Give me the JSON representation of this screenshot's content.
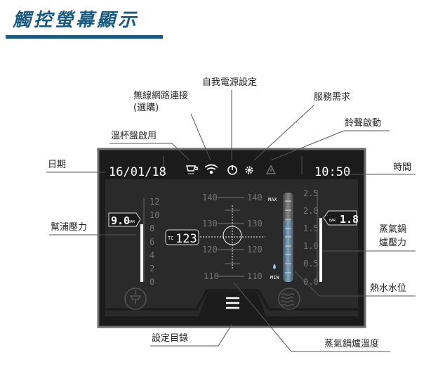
{
  "title": "觸控螢幕顯示",
  "callouts": {
    "power": "自我電源設定",
    "wifi_line1": "無線網路連接",
    "wifi_line2": "(選購)",
    "service": "服務需求",
    "bell": "鈴聲啟動",
    "cup_warmer": "溫杯盤啟用",
    "date": "日期",
    "time": "時間",
    "pump_pressure": "幫浦壓力",
    "boiler_pressure_line1": "蒸氣鍋",
    "boiler_pressure_line2": "爐壓力",
    "water_level": "熱水水位",
    "settings_menu": "設定目錄",
    "boiler_temp": "蒸氣鍋爐溫度"
  },
  "screen": {
    "date": "16/01/18",
    "time": "10:50",
    "pump": {
      "value": "9.0",
      "unit": "BAR",
      "scale": [
        "12",
        "10",
        "8",
        "6",
        "4",
        "2",
        "0"
      ],
      "max": 12,
      "level": 9.0
    },
    "temp": {
      "prefix": "TC",
      "value": "123",
      "scale": [
        "140",
        "130",
        "120",
        "110"
      ]
    },
    "tank": {
      "max_label": "MAX",
      "min_label": "MIN",
      "level_fraction": 0.7
    },
    "boiler": {
      "value": "1.8",
      "unit": "BAR",
      "scale": [
        "2.5",
        "2.0",
        "1.5",
        "1.0",
        "0.5",
        "0.0"
      ],
      "max": 2.5,
      "level": 1.8
    },
    "icons": [
      "cup-warmer-icon",
      "wifi-icon",
      "power-icon",
      "gear-icon",
      "warning-icon",
      "steam-wand-icon",
      "menu-icon",
      "hot-water-icon"
    ]
  }
}
